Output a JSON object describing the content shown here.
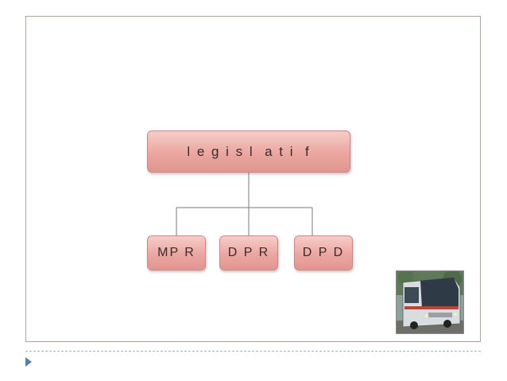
{
  "diagram": {
    "root": {
      "label": "l e g i s l  a t i  f"
    },
    "children": [
      {
        "label": "MP R"
      },
      {
        "label": "D P R"
      },
      {
        "label": "D P D"
      }
    ]
  },
  "colors": {
    "node_fill": "#eba6a0",
    "node_border": "#c98a86",
    "connector": "#7a7a7a",
    "slide_border": "#b9a19b",
    "accent": "#5a7fa6"
  },
  "icons": {
    "photo": "bus-photo",
    "bullet": "triangle-bullet-icon"
  }
}
